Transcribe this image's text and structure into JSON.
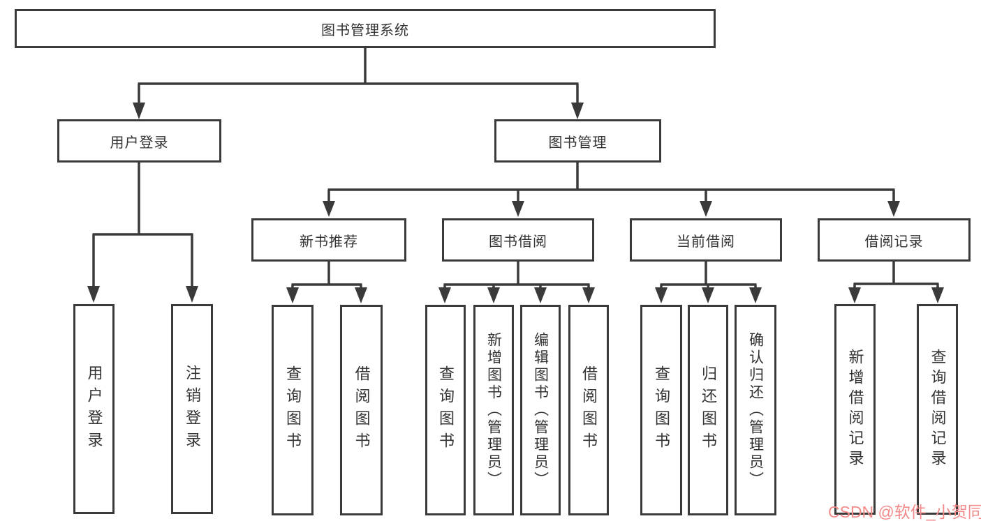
{
  "diagram": {
    "line_color": "#3a3a3a",
    "text_color": "#333333",
    "root": {
      "label": "图书管理系统",
      "children": [
        {
          "label": "用户登录",
          "children": [
            {
              "label": "用户登录"
            },
            {
              "label": "注销登录"
            }
          ]
        },
        {
          "label": "图书管理",
          "children": [
            {
              "label": "新书推荐",
              "children": [
                {
                  "label": "查询图书"
                },
                {
                  "label": "借阅图书"
                }
              ]
            },
            {
              "label": "图书借阅",
              "children": [
                {
                  "label": "查询图书"
                },
                {
                  "label": "新增图书（管理员）"
                },
                {
                  "label": "编辑图书（管理员）"
                },
                {
                  "label": "借阅图书"
                }
              ]
            },
            {
              "label": "当前借阅",
              "children": [
                {
                  "label": "查询图书"
                },
                {
                  "label": "归还图书"
                },
                {
                  "label": "确认归还（管理员）"
                }
              ]
            },
            {
              "label": "借阅记录",
              "children": [
                {
                  "label": "新增借阅记录"
                },
                {
                  "label": "查询借阅记录"
                }
              ]
            }
          ]
        }
      ]
    }
  },
  "watermark": {
    "text": "CSDN @软件_小贺同学",
    "color": "#f48b8b"
  }
}
